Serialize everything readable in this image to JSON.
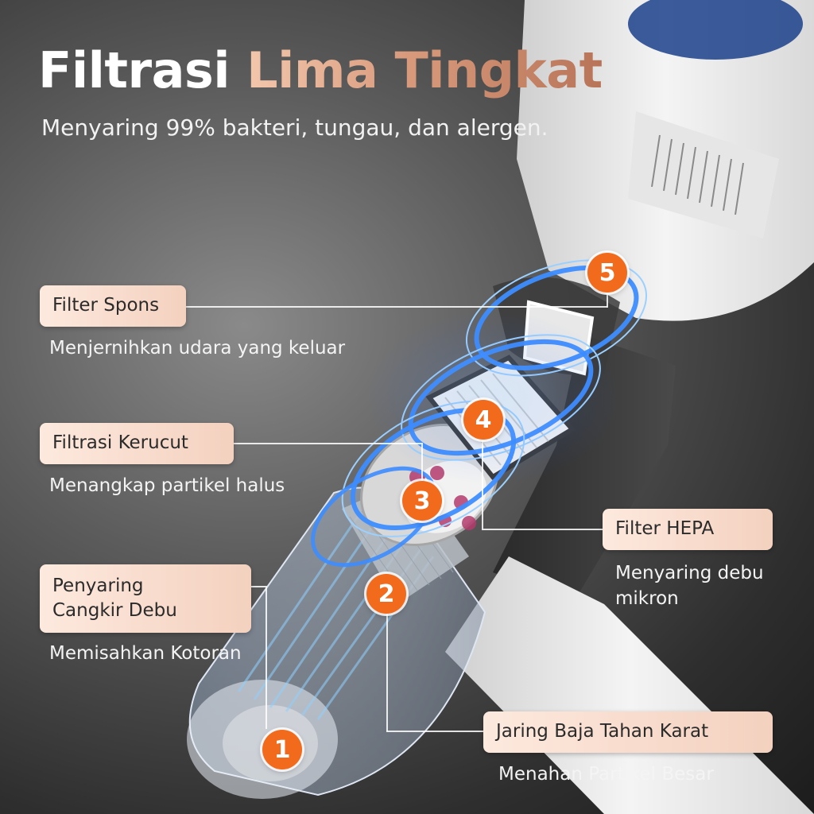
{
  "headline": {
    "word1": "Filtrasi",
    "word2": "Lima Tingkat"
  },
  "subheadline": "Menyaring 99% bakteri, tungau, dan alergen.",
  "colors": {
    "badge": "#f26a1b",
    "tag_bg": "#f8dccd",
    "headline_accent": "#d99a7c",
    "glow_blue": "#3a8cff"
  },
  "stages": [
    {
      "number": "1",
      "label": "Penyaring\nCangkir Debu",
      "description": "Memisahkan Kotoran"
    },
    {
      "number": "2",
      "label": "Jaring Baja Tahan Karat",
      "description": "Menahan Partikel Besar"
    },
    {
      "number": "3",
      "label": "Filtrasi Kerucut",
      "description": "Menangkap partikel halus"
    },
    {
      "number": "4",
      "label": "Filter HEPA",
      "description": "Menyaring debu\nmikron"
    },
    {
      "number": "5",
      "label": "Filter Spons",
      "description": "Menjernihkan udara yang keluar"
    }
  ]
}
